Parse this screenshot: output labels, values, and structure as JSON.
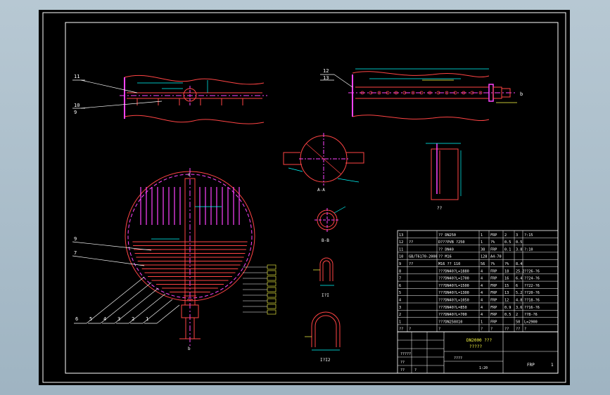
{
  "colors": {
    "background": "#000000",
    "frame": "#ffffff",
    "geometry": "#ff3333",
    "centerline": "#ff44ff",
    "dimension": "#00ffff",
    "annotation": "#ffff44",
    "table_text": "#ffffff",
    "table_lines": "#ffffff"
  },
  "views": {
    "v1_labels": [
      "11",
      "10",
      "9"
    ],
    "v2_labels": [
      "12",
      "13"
    ],
    "v2_right": "b",
    "section_aa": "A-A",
    "section_bb": "B-B",
    "small_view_label": "??",
    "detail_1": "I?I",
    "detail_2": "I?I2",
    "main_top_label": "a",
    "main_bottom_label": "b",
    "left_labels": [
      "9",
      "7",
      "6",
      "5",
      "4",
      "3",
      "2",
      "1"
    ]
  },
  "bom": {
    "rows": [
      {
        "no": "13",
        "std": "",
        "name": "?? DN250",
        "qty": "1",
        "mat": "FRP",
        "w1": "2",
        "w2": "3",
        "note": "?:15"
      },
      {
        "no": "12",
        "std": "??",
        "name": "D???PVB ?250",
        "qty": "1",
        "mat": "?%",
        "w1": "0.5",
        "w2": "0.5",
        "note": ""
      },
      {
        "no": "11",
        "std": "",
        "name": "?? DN40",
        "qty": "38",
        "mat": "FRP",
        "w1": "0.1",
        "w2": "3.8",
        "note": "?:10"
      },
      {
        "no": "10",
        "std": "GB/T6170-2000",
        "name": "?? M16",
        "qty": "128",
        "mat": "A4-70",
        "w1": "",
        "w2": "",
        "note": ""
      },
      {
        "no": "9",
        "std": "??",
        "name": "M16 ?? 110",
        "qty": "56",
        "mat": "?%",
        "w1": "?%",
        "w2": "8.4",
        "note": ""
      },
      {
        "no": "8",
        "std": "",
        "name": "???DN40?L=1880",
        "qty": "4",
        "mat": "FRP",
        "w1": "18",
        "w2": "25.2",
        "note": "??26-?6"
      },
      {
        "no": "7",
        "std": "",
        "name": "???DN40?L=1700",
        "qty": "4",
        "mat": "FRP",
        "w1": "16",
        "w2": "6.4",
        "note": "??24-?6"
      },
      {
        "no": "6",
        "std": "",
        "name": "???DN40?L=1500",
        "qty": "4",
        "mat": "FRP",
        "w1": "15",
        "w2": "6",
        "note": "??22-?6"
      },
      {
        "no": "5",
        "std": "",
        "name": "???DN40?L=1300",
        "qty": "4",
        "mat": "FRP",
        "w1": "13",
        "w2": "5.2",
        "note": "??20-?6"
      },
      {
        "no": "4",
        "std": "",
        "name": "???DN40?L=1050",
        "qty": "4",
        "mat": "FRP",
        "w1": "12",
        "w2": "4.8",
        "note": "??18-?6"
      },
      {
        "no": "3",
        "std": "",
        "name": "???DN40?L=850",
        "qty": "4",
        "mat": "FRP",
        "w1": "0.9",
        "w2": "3.6",
        "note": "??16-?6"
      },
      {
        "no": "2",
        "std": "",
        "name": "???DN40?L=700",
        "qty": "4",
        "mat": "FRP",
        "w1": "0.5",
        "w2": "2",
        "note": "??8-?6"
      },
      {
        "no": "1",
        "std": "",
        "name": "???DN250X10",
        "qty": "1",
        "mat": "FRP",
        "w1": "",
        "w2": "50",
        "note": "L=2900"
      }
    ],
    "header": {
      "no": "??",
      "std": "?",
      "name": "?",
      "qty": "?",
      "mat": "?",
      "w1": "??",
      "w2": "??",
      "note": "?"
    }
  },
  "title_block": {
    "title_line1": "DN2000 ???",
    "title_line2": "?????",
    "material": "FRP",
    "sheet": "1",
    "scale_cell": "1:20",
    "small_cells": [
      "????",
      "?????",
      "??",
      "??",
      "?"
    ]
  }
}
